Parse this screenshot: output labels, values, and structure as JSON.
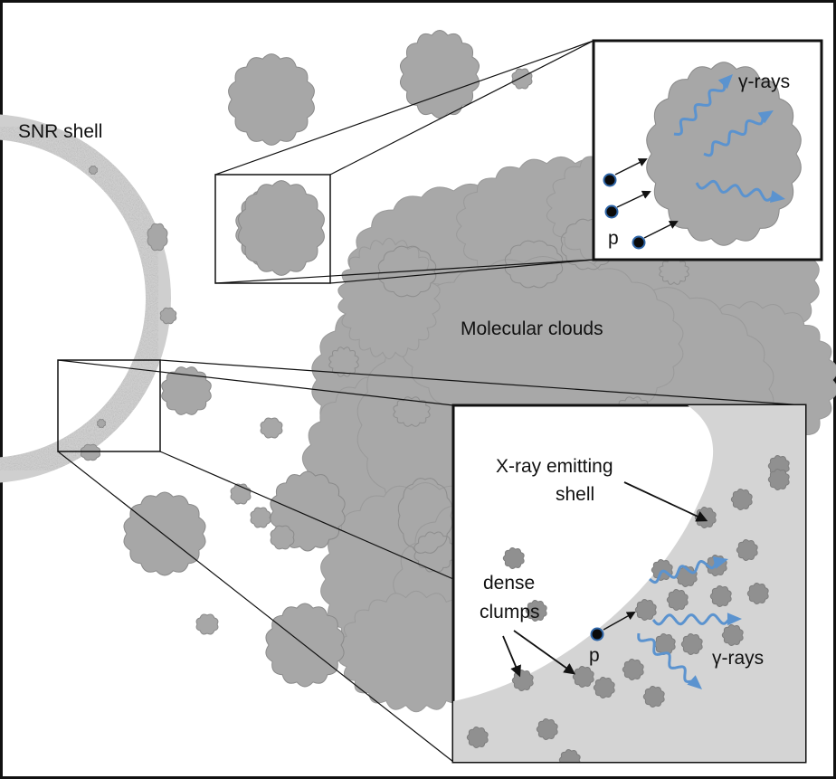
{
  "labels": {
    "snr_shell": "SNR shell",
    "molecular_clouds": "Molecular clouds",
    "gamma_rays_top": "γ-rays",
    "proton_top": "p",
    "xray_line1": "X-ray emitting",
    "xray_line2": "shell",
    "dense_line1": "dense",
    "dense_line2": "clumps",
    "proton_bottom": "p",
    "gamma_rays_bottom": "γ-rays"
  },
  "colors": {
    "cloud_fill": "#a7a7a7",
    "cloud_stroke": "#8a8a8a",
    "shell_fill": "#d2d2d2",
    "snr_ring": "#c9c9c9",
    "gamma_arrow": "#5b93cf",
    "proton": "#0a0a0a",
    "proton_ring": "#2f66a8",
    "frame": "#111111"
  },
  "icons": {
    "proton": "proton-icon",
    "gamma_wave": "gamma-ray-wave-icon",
    "cloud": "cloud-icon"
  }
}
